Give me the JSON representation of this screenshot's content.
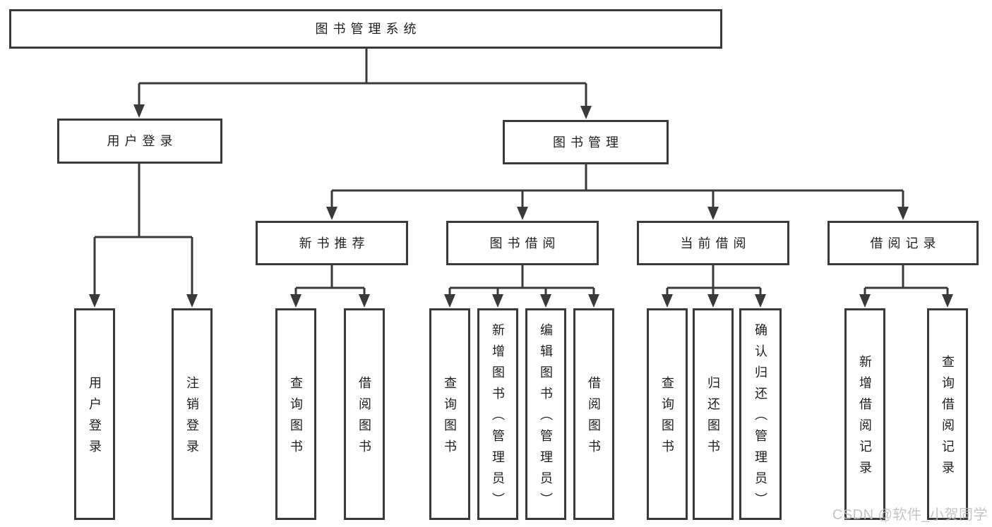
{
  "colors": {
    "line": "#3a3a3a",
    "text": "#1f1f1f",
    "background": "#ffffff",
    "watermark": "#bdbdbd"
  },
  "tree": {
    "label": "图书管理系统",
    "children": [
      {
        "label": "用户登录",
        "children": [
          {
            "label": "用户登录"
          },
          {
            "label": "注销登录"
          }
        ]
      },
      {
        "label": "图书管理",
        "children": [
          {
            "label": "新书推荐",
            "children": [
              {
                "label": "查询图书"
              },
              {
                "label": "借阅图书"
              }
            ]
          },
          {
            "label": "图书借阅",
            "children": [
              {
                "label": "查询图书"
              },
              {
                "label": "新增图书（管理员）"
              },
              {
                "label": "编辑图书（管理员）"
              },
              {
                "label": "借阅图书"
              }
            ]
          },
          {
            "label": "当前借阅",
            "children": [
              {
                "label": "查询图书"
              },
              {
                "label": "归还图书"
              },
              {
                "label": "确认归还（管理员）"
              }
            ]
          },
          {
            "label": "借阅记录",
            "children": [
              {
                "label": "新增借阅记录"
              },
              {
                "label": "查询借阅记录"
              }
            ]
          }
        ]
      }
    ]
  },
  "watermark": {
    "text": "CSDN @软件_小贺同学"
  }
}
